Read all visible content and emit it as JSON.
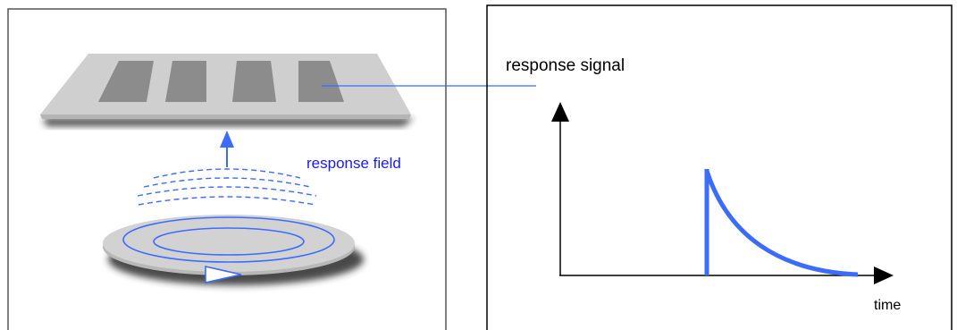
{
  "colors": {
    "accent_blue": "#3b6cff",
    "field_text_blue": "#1a1aff",
    "plate": "#cfcfcf",
    "plate_shadow": "#3a3a3a",
    "sensor_strip": "#8c8c8c",
    "disc": "#d2d2d2",
    "panel_border": "#555555",
    "axis": "#000000"
  },
  "left_panel": {
    "field_label": "response field",
    "icons": [
      "sensor-plate-icon",
      "upward-arrow-icon",
      "field-waves-icon",
      "coil-disc-icon",
      "direction-arrow-icon"
    ]
  },
  "right_panel": {
    "y_label": "response signal",
    "x_label": "time",
    "curve": "step-rise-then-exponential-decay"
  }
}
